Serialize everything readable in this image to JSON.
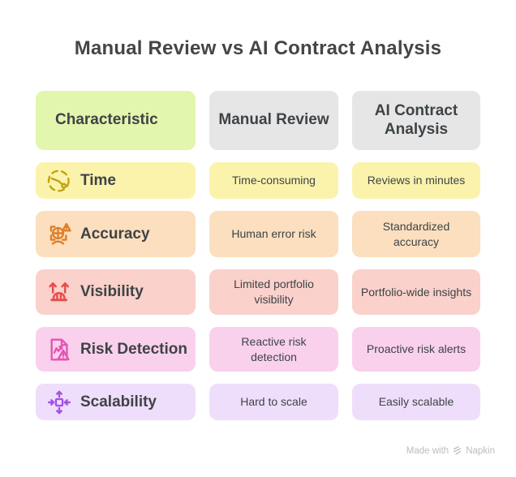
{
  "title": "Manual Review vs AI Contract Analysis",
  "table": {
    "headers": [
      {
        "label": "Characteristic",
        "bg": "#e2f6ae"
      },
      {
        "label": "Manual Review",
        "bg": "#e6e6e6"
      },
      {
        "label": "AI Contract Analysis",
        "bg": "#e6e6e6"
      }
    ],
    "rows": [
      {
        "characteristic": "Time",
        "icon": "clock-dashed-icon",
        "icon_color": "#c2a411",
        "bg": "#fbf3ac",
        "manual": "Time-consuming",
        "ai": "Reviews in minutes"
      },
      {
        "characteristic": "Accuracy",
        "icon": "target-warning-icon",
        "icon_color": "#de7f2b",
        "bg": "#fbdfbe",
        "manual": "Human error risk",
        "ai": "Standardized accuracy"
      },
      {
        "characteristic": "Visibility",
        "icon": "arrows-hardhat-icon",
        "icon_color": "#e3504c",
        "bg": "#fad1cb",
        "manual": "Limited portfolio visibility",
        "ai": "Portfolio-wide insights"
      },
      {
        "characteristic": "Risk Detection",
        "icon": "document-alert-icon",
        "icon_color": "#e654b2",
        "bg": "#f9d1ec",
        "manual": "Reactive risk detection",
        "ai": "Proactive risk alerts"
      },
      {
        "characteristic": "Scalability",
        "icon": "resize-arrows-icon",
        "icon_color": "#a352e8",
        "bg": "#efdefb",
        "manual": "Hard to scale",
        "ai": "Easily scalable"
      }
    ]
  },
  "footer": {
    "made_with": "Made with",
    "brand": "Napkin"
  },
  "colors": {
    "title_text": "#454545",
    "body_text": "#3e4347",
    "footer_text": "#bdbdbd"
  }
}
